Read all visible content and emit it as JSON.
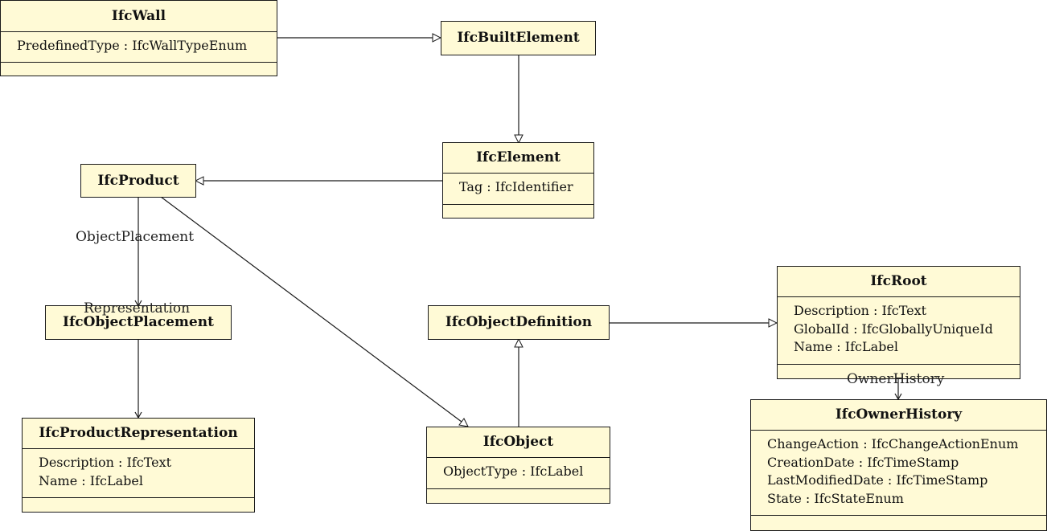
{
  "classes": {
    "ifc_wall": {
      "name": "IfcWall",
      "attributes": [
        "PredefinedType : IfcWallTypeEnum"
      ]
    },
    "ifc_built_element": {
      "name": "IfcBuiltElement"
    },
    "ifc_element": {
      "name": "IfcElement",
      "attributes": [
        "Tag : IfcIdentifier"
      ]
    },
    "ifc_product": {
      "name": "IfcProduct"
    },
    "ifc_object_placement": {
      "name": "IfcObjectPlacement"
    },
    "ifc_product_representation": {
      "name": "IfcProductRepresentation",
      "attributes": [
        "Description : IfcText",
        "Name : IfcLabel"
      ]
    },
    "ifc_object_definition": {
      "name": "IfcObjectDefinition"
    },
    "ifc_object": {
      "name": "IfcObject",
      "attributes": [
        "ObjectType : IfcLabel"
      ]
    },
    "ifc_root": {
      "name": "IfcRoot",
      "attributes": [
        "Description : IfcText",
        "GlobalId : IfcGloballyUniqueId",
        "Name : IfcLabel"
      ]
    },
    "ifc_owner_history": {
      "name": "IfcOwnerHistory",
      "attributes": [
        "ChangeAction : IfcChangeActionEnum",
        "CreationDate : IfcTimeStamp",
        "LastModifiedDate : IfcTimeStamp",
        "State : IfcStateEnum"
      ]
    }
  },
  "relationships": {
    "object_placement": "ObjectPlacement",
    "representation": "Representation",
    "owner_history": "OwnerHistory"
  },
  "colors": {
    "class_fill": "#fffad6",
    "line": "#1a1a1a"
  }
}
